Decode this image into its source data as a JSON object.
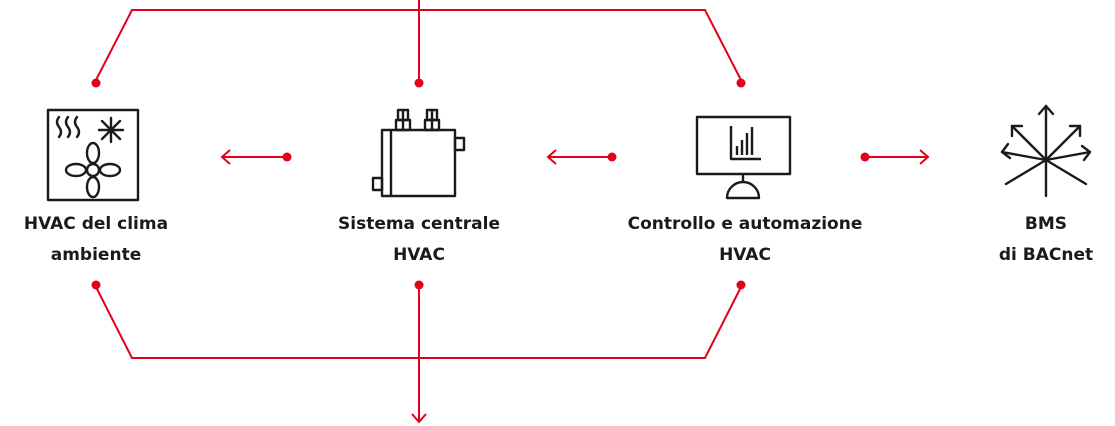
{
  "colors": {
    "connector": "#e2001a",
    "icon_stroke": "#1a1a1a",
    "text": "#1a1a1a"
  },
  "nodes": [
    {
      "id": "room-hvac",
      "icon": "climate-fan-icon",
      "label_lines": [
        "HVAC del clima",
        "ambiente"
      ]
    },
    {
      "id": "central-hvac",
      "icon": "central-unit-icon",
      "label_lines": [
        "Sistema centrale",
        "HVAC"
      ]
    },
    {
      "id": "control-automation",
      "icon": "monitor-chart-icon",
      "label_lines": [
        "Controllo e automazione",
        "HVAC"
      ]
    },
    {
      "id": "bms",
      "icon": "network-arrows-icon",
      "label_lines": [
        "BMS",
        "di BACnet"
      ]
    }
  ]
}
